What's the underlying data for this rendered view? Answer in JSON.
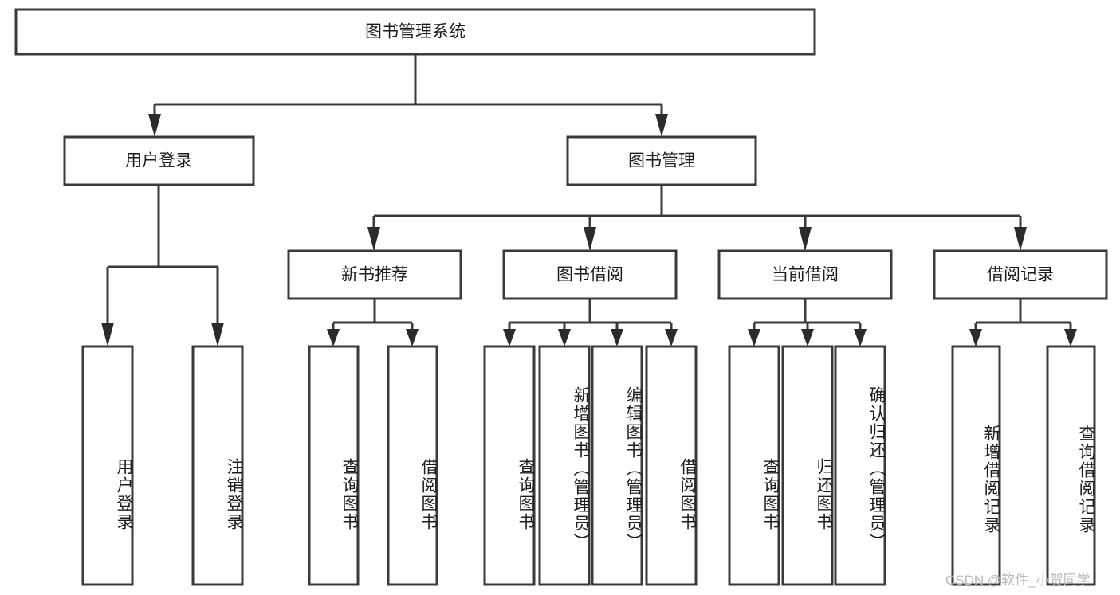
{
  "diagram": {
    "title": "图书管理系统",
    "type": "tree",
    "watermark": "CSDN @软件_小贺同学",
    "colors": {
      "box_stroke": "#3a3a3a",
      "box_fill": "#ffffff",
      "text": "#1c1c1c",
      "connector": "#3a3a3a",
      "watermark": "#b9b9b9",
      "background": "#ffffff"
    },
    "root": {
      "label": "图书管理系统"
    },
    "level1": [
      {
        "label": "用户登录"
      },
      {
        "label": "图书管理"
      }
    ],
    "level2": [
      {
        "label": "新书推荐"
      },
      {
        "label": "图书借阅"
      },
      {
        "label": "当前借阅"
      },
      {
        "label": "借阅记录"
      }
    ],
    "leaves": {
      "user_login": [
        {
          "label": "用户登录"
        },
        {
          "label": "注销登录"
        }
      ],
      "new_book_recommend": [
        {
          "label": "查询图书"
        },
        {
          "label": "借阅图书"
        }
      ],
      "book_borrow": [
        {
          "label": "查询图书"
        },
        {
          "label": "新增图书（管理员）"
        },
        {
          "label": "编辑图书（管理员）"
        },
        {
          "label": "借阅图书"
        }
      ],
      "current_borrow": [
        {
          "label": "查询图书"
        },
        {
          "label": "归还图书"
        },
        {
          "label": "确认归还（管理员）"
        }
      ],
      "borrow_record": [
        {
          "label": "新增借阅记录"
        },
        {
          "label": "查询借阅记录"
        }
      ]
    }
  }
}
